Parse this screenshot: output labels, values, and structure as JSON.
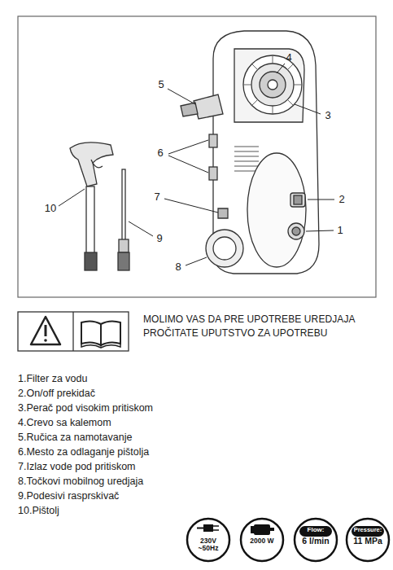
{
  "diagram": {
    "nodes": [
      {
        "text": [
          "230V ~50Hz"
        ]
      },
      {
        "text": [
          "2000 W"
        ]
      },
      {
        "text": [
          "Flow:",
          "6 l/min"
        ]
      },
      {
        "text": [
          "Pressure:",
          "11 MPa"
        ]
      }
    ],
    "labels": [
      "1",
      "2",
      "3",
      "4",
      "5",
      "6",
      "7",
      "8",
      "9",
      "10",
      "MOLIMO VAS DA PRE UPOTREBE UREDJAJA PROČITATE UPUTSTVO ZA UPOTREBU",
      "1.Filter za vodu",
      "2.On/off prekidač",
      "3.Perač pod visokim pritiskom",
      "4.Crevo sa kalemom",
      "5.Ručica za namotavanje",
      "6.Mesto za odlaganje pištolja",
      "7.Izlaz vode pod pritiskom",
      "8.Točkovi mobilnog uredjaja",
      "9.Podesivi rasprskivač",
      "10.Pištolj"
    ]
  }
}
